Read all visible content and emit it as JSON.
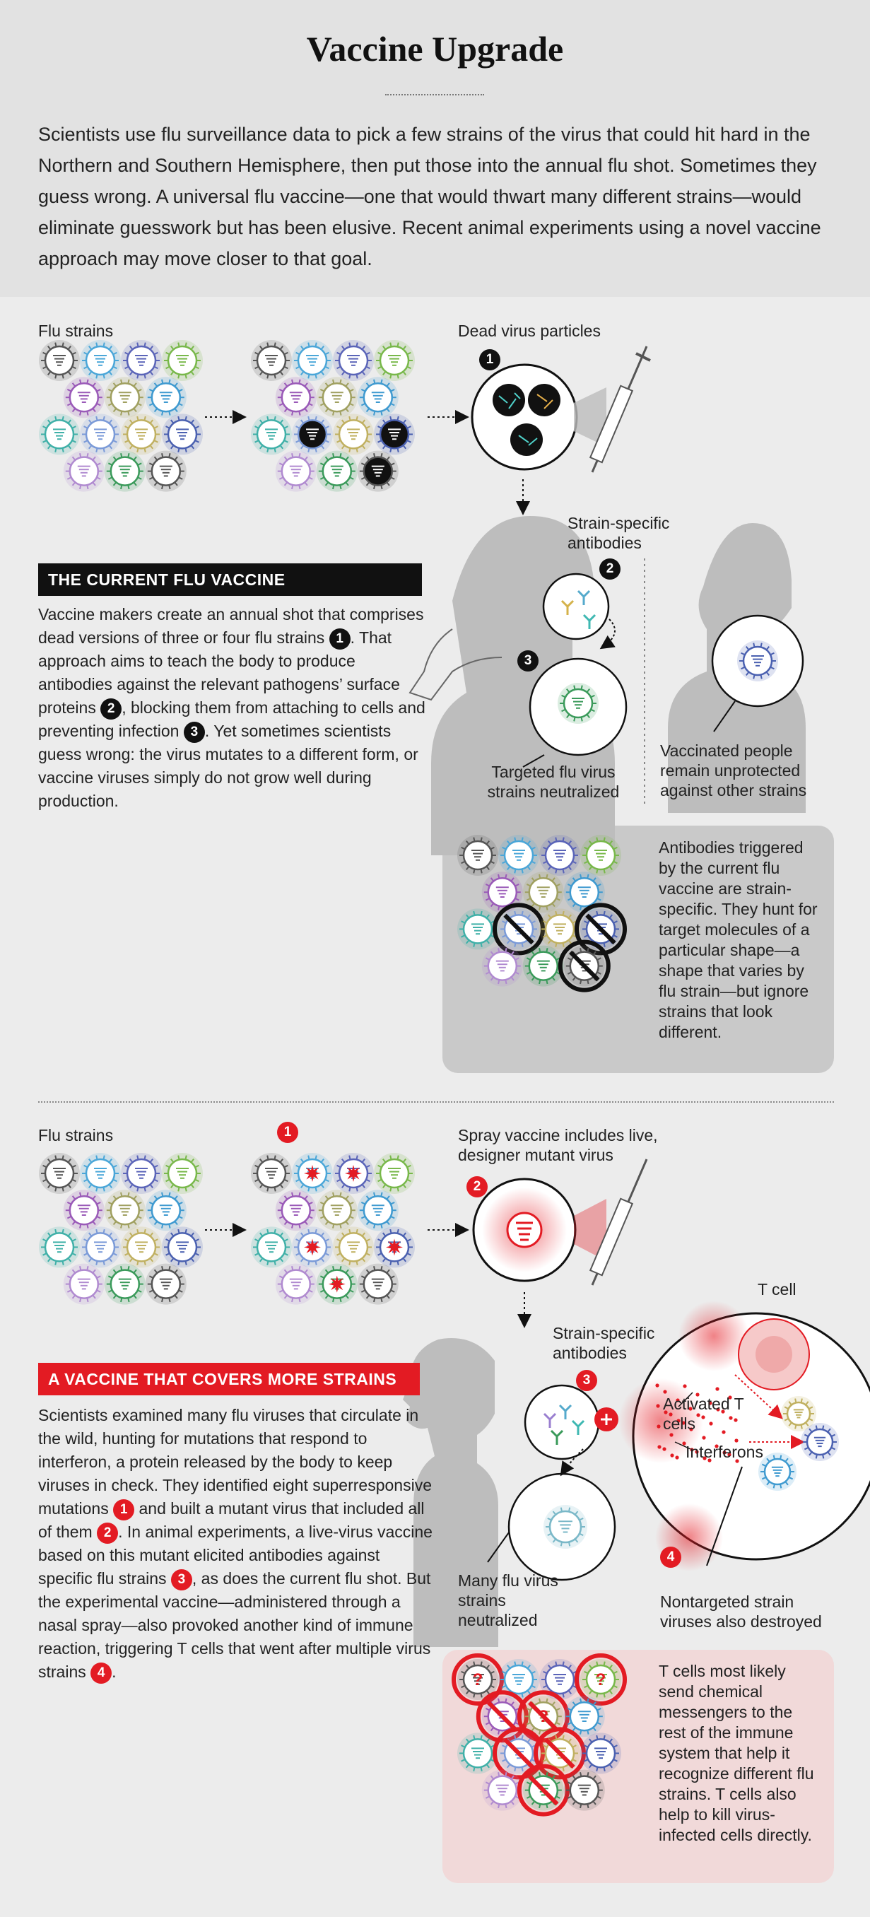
{
  "title": "Vaccine Upgrade",
  "intro": "Scientists use flu surveillance data to pick a few strains of the virus that could hit hard in the Northern and Southern Hemisphere, then put those into the annual flu shot. Sometimes they guess wrong. A universal flu vaccine—one that would thwart many different strains—would eliminate guesswork but has been elusive. Recent animal experiments using a novel vaccine approach may move closer to that goal.",
  "colors": {
    "accent_red": "#e31b23",
    "black": "#111111",
    "panel_gray": "#c9c9c9",
    "panel_pink": "#f1d9d9"
  },
  "current": {
    "flu_strains_label": "Flu strains",
    "dead_virus_label": "Dead virus particles",
    "heading": "THE CURRENT  FLU VACCINE",
    "antibodies_label": "Strain-specific antibodies",
    "targeted_label": "Targeted flu virus strains neutralized",
    "unprotected_label": "Vaccinated people remain unprotected against other strains",
    "step_numbers": [
      "1",
      "2",
      "3"
    ],
    "body": {
      "p1": "Vaccine makers create an annual shot that comprises dead versions of three or four flu strains",
      "p2": ". That approach aims to teach the body to produce antibodies against the relevant pathogens’ surface proteins",
      "p3": ", blocking them from attaching to cells and preventing infection",
      "p4": ". Yet sometimes scientists guess wrong: the virus mutates to a different form, or vaccine viruses simply do not grow well during production."
    },
    "panel_text": "Antibodies triggered by the current flu vaccine are strain-specific. They hunt for target molecules of a particular shape—a shape that varies by flu strain—but ignore strains that look different."
  },
  "new": {
    "flu_strains_label": "Flu strains",
    "spray_label": "Spray vaccine includes live, designer mutant virus",
    "heading": "A VACCINE THAT COVERS MORE STRAINS",
    "antibodies_label": "Strain-specific antibodies",
    "t_cell_label": "T cell",
    "activated_label": "Activated T cells",
    "interferons_label": "Interferons",
    "many_label": "Many flu virus strains neutralized",
    "nontargeted_label": "Nontargeted strain viruses also destroyed",
    "step_numbers": [
      "1",
      "2",
      "3",
      "4"
    ],
    "body": {
      "p1": "Scientists examined many flu viruses that circulate in the wild, hunting for mutations that respond to interferon, a protein released by the body to keep viruses in check. They identified eight superresponsive mutations",
      "p2": " and built a mutant virus that included all of them",
      "p3": ". In animal experiments, a live-virus vaccine based on this mutant elicited antibodies against specific flu strains",
      "p4": ", as does the current flu shot. But the experimental vaccine—administered through a nasal spray—also provoked another kind of immune reaction, triggering T cells that went after multiple virus strains",
      "p5": "."
    },
    "panel_text": "T cells most likely send chemical messengers to the rest of the immune system that help it recognize different flu strains. T cells also help to kill virus-infected cells directly."
  }
}
